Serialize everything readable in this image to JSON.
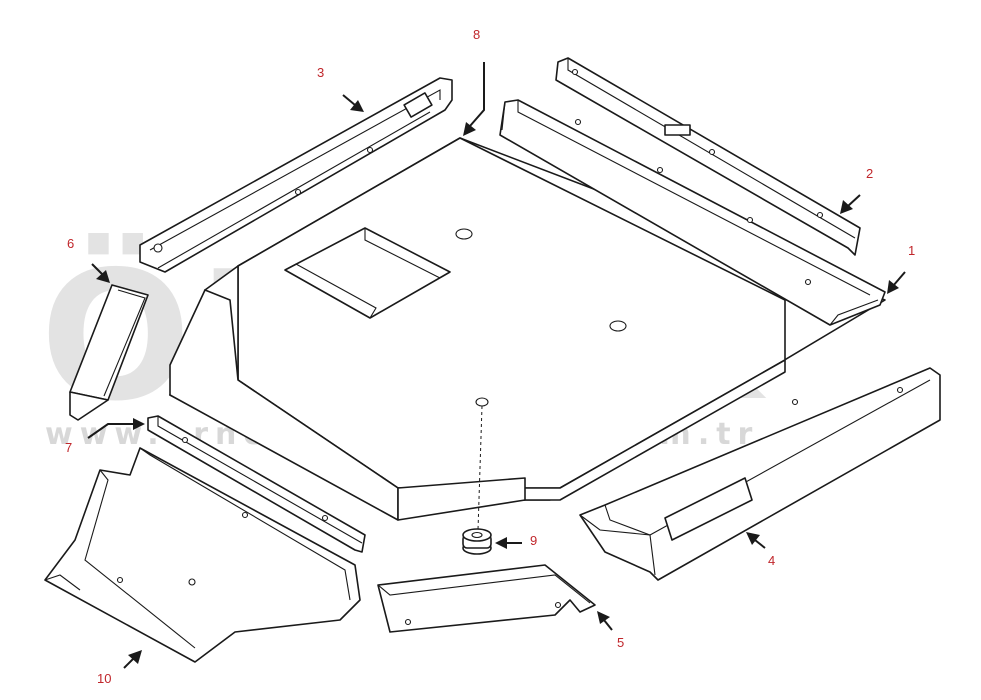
{
  "watermark": {
    "brand": "ÖRNEK",
    "url": "www.ornekismakinalari.com.tr",
    "color": "#d9d9d9"
  },
  "callouts": [
    {
      "id": "1",
      "label": "1"
    },
    {
      "id": "2",
      "label": "2"
    },
    {
      "id": "3",
      "label": "3"
    },
    {
      "id": "4",
      "label": "4"
    },
    {
      "id": "5",
      "label": "5"
    },
    {
      "id": "6",
      "label": "6"
    },
    {
      "id": "7",
      "label": "7"
    },
    {
      "id": "8",
      "label": "8"
    },
    {
      "id": "9",
      "label": "9"
    },
    {
      "id": "10",
      "label": "10"
    }
  ],
  "colors": {
    "line": "#1a1a1a",
    "callout": "#c0262b",
    "background": "#ffffff"
  }
}
